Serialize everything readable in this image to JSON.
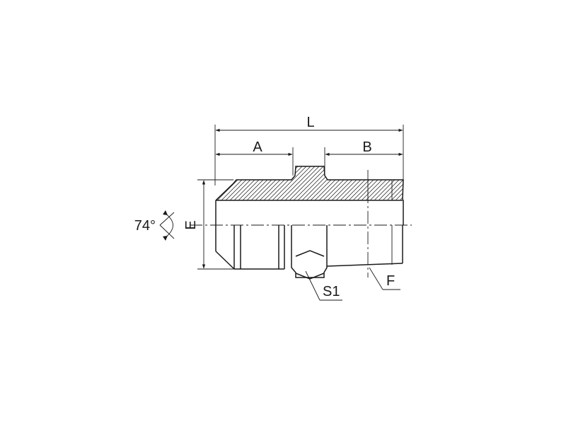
{
  "labels": {
    "L": "L",
    "A": "A",
    "B": "B",
    "E": "E",
    "F": "F",
    "S1": "S1",
    "angle": "74°"
  },
  "colors": {
    "line": "#1a1a1a",
    "background": "#ffffff"
  }
}
